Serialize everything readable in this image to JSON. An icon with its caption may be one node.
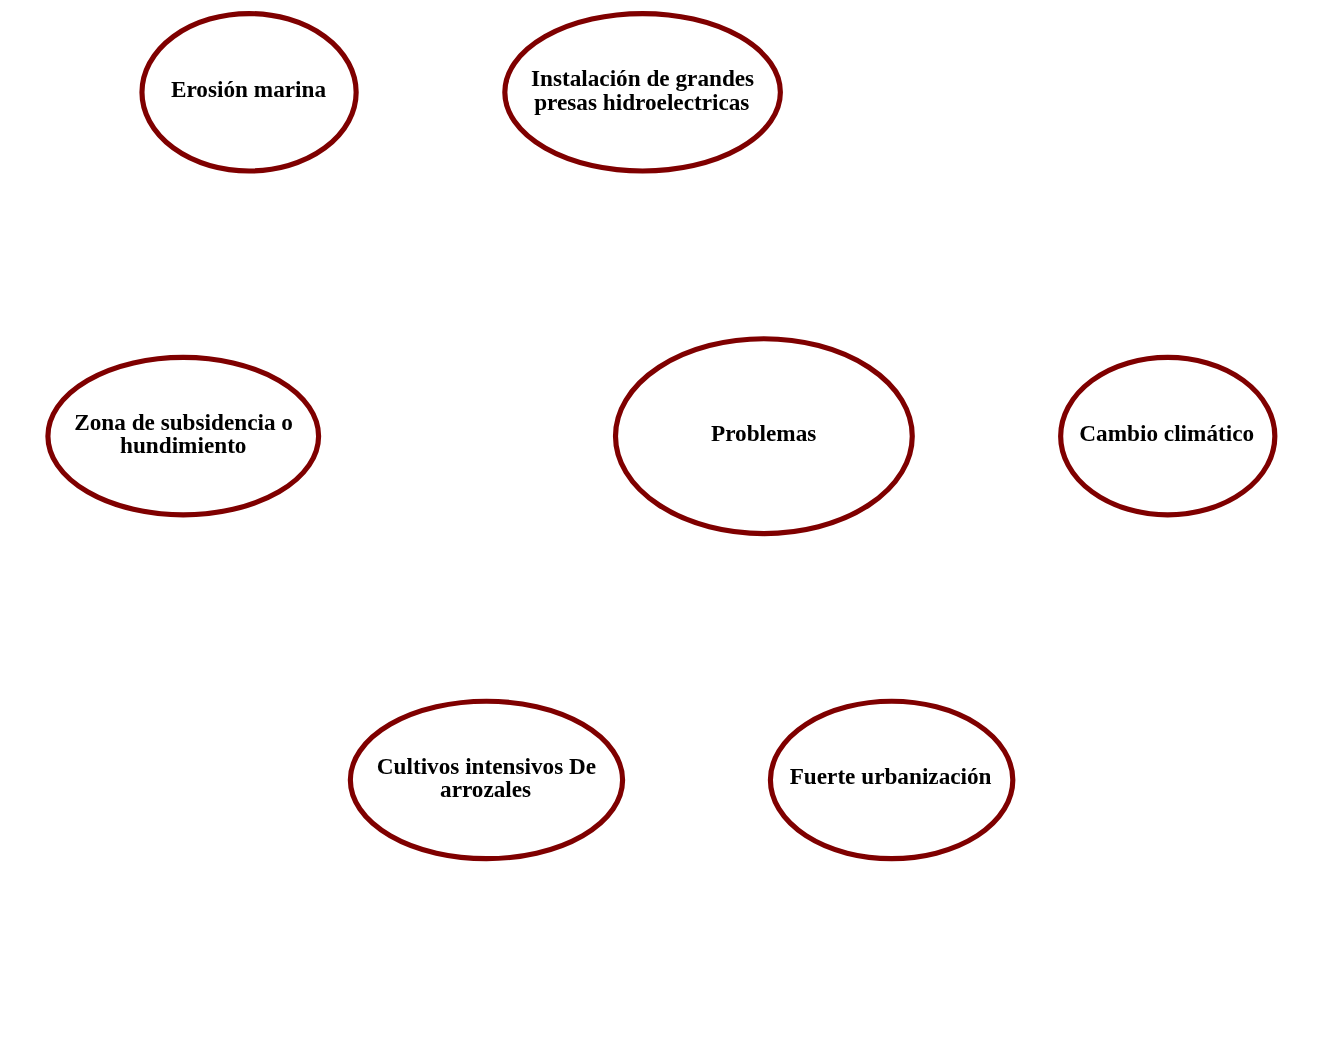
{
  "diagram": {
    "nodes": [
      {
        "text": [
          "Erosión marina"
        ]
      },
      {
        "text": [
          "Instalación de grandes presas hidroelectricas"
        ]
      },
      {
        "text": [
          "Zona de subsidencia o hundimiento"
        ]
      },
      {
        "text": [
          "Problemas"
        ]
      },
      {
        "text": [
          "Cambio climático"
        ]
      },
      {
        "text": [
          "Fuerte urbanización"
        ]
      },
      {
        "text": [
          "Cultivos intensivos De arrozales"
        ]
      }
    ],
    "edges": []
  }
}
